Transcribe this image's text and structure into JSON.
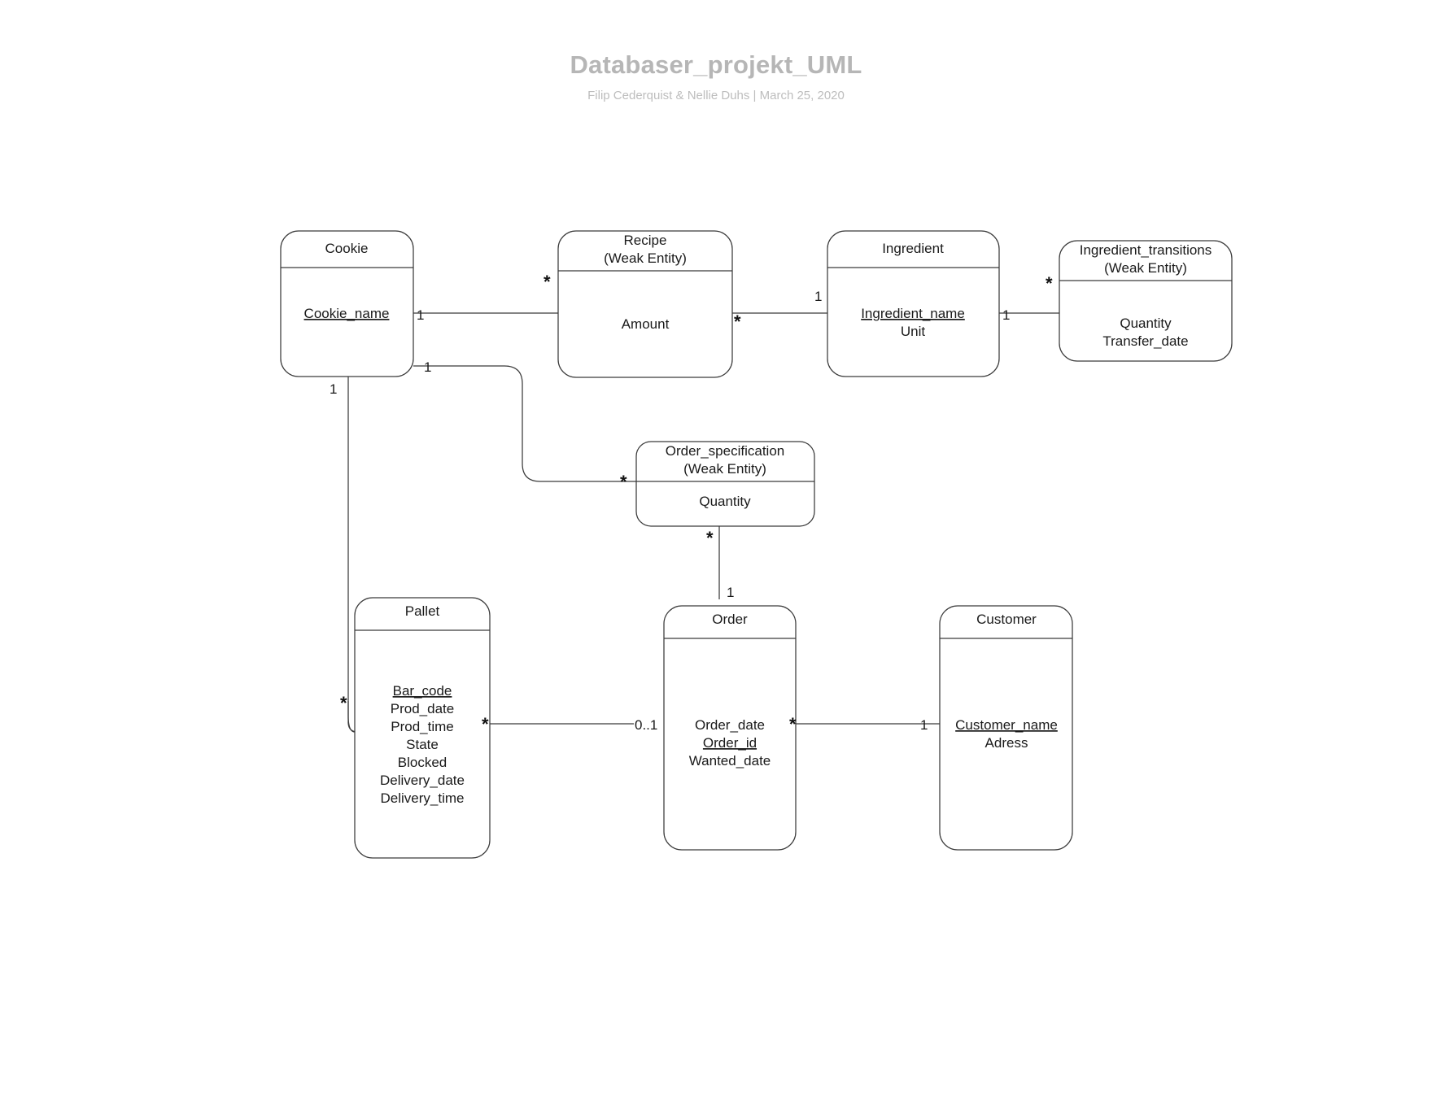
{
  "document": {
    "title": "Databaser_projekt_UML",
    "subtitle": "Filip Cederquist  & Nellie Duhs |  March 25, 2020",
    "title_color": "#b6b6b6",
    "subtitle_color": "#bdbdbd",
    "background_color": "#ffffff",
    "line_color": "#3a3a3a",
    "text_color": "#1a1a1a"
  },
  "diagram": {
    "type": "uml-class-diagram",
    "entities": [
      {
        "id": "cookie",
        "name": "Cookie",
        "stereotype": "",
        "attributes": [
          {
            "text": "Cookie_name",
            "key": true
          }
        ]
      },
      {
        "id": "recipe",
        "name": "Recipe",
        "stereotype": "(Weak Entity)",
        "attributes": [
          {
            "text": "Amount",
            "key": false
          }
        ]
      },
      {
        "id": "ingredient",
        "name": "Ingredient",
        "stereotype": "",
        "attributes": [
          {
            "text": "Ingredient_name",
            "key": true
          },
          {
            "text": "Unit",
            "key": false
          }
        ]
      },
      {
        "id": "ingredient_transitions",
        "name": "Ingredient_transitions",
        "stereotype": "(Weak Entity)",
        "attributes": [
          {
            "text": "Quantity",
            "key": false
          },
          {
            "text": "Transfer_date",
            "key": false
          }
        ]
      },
      {
        "id": "order_specification",
        "name": "Order_specification",
        "stereotype": "(Weak Entity)",
        "attributes": [
          {
            "text": "Quantity",
            "key": false
          }
        ]
      },
      {
        "id": "pallet",
        "name": "Pallet",
        "stereotype": "",
        "attributes": [
          {
            "text": "Bar_code",
            "key": true
          },
          {
            "text": "Prod_date",
            "key": false
          },
          {
            "text": "Prod_time",
            "key": false
          },
          {
            "text": "State",
            "key": false
          },
          {
            "text": "Blocked",
            "key": false
          },
          {
            "text": "Delivery_date",
            "key": false
          },
          {
            "text": "Delivery_time",
            "key": false
          }
        ]
      },
      {
        "id": "order",
        "name": "Order",
        "stereotype": "",
        "attributes": [
          {
            "text": "Order_date",
            "key": false
          },
          {
            "text": "Order_id",
            "key": true
          },
          {
            "text": "Wanted_date",
            "key": false
          }
        ]
      },
      {
        "id": "customer",
        "name": "Customer",
        "stereotype": "",
        "attributes": [
          {
            "text": "Customer_name",
            "key": true
          },
          {
            "text": "Adress",
            "key": false
          }
        ]
      }
    ],
    "relationships": [
      {
        "id": "cookie-recipe",
        "from": "cookie",
        "to": "recipe",
        "from_multiplicity": "1",
        "to_multiplicity": "*"
      },
      {
        "id": "recipe-ingredient",
        "from": "recipe",
        "to": "ingredient",
        "from_multiplicity": "*",
        "to_multiplicity": "1"
      },
      {
        "id": "ingredient-transitions",
        "from": "ingredient",
        "to": "ingredient_transitions",
        "from_multiplicity": "1",
        "to_multiplicity": "*"
      },
      {
        "id": "cookie-orderspec",
        "from": "cookie",
        "to": "order_specification",
        "from_multiplicity": "1",
        "to_multiplicity": "*"
      },
      {
        "id": "cookie-pallet",
        "from": "cookie",
        "to": "pallet",
        "from_multiplicity": "1",
        "to_multiplicity": "*"
      },
      {
        "id": "orderspec-order",
        "from": "order_specification",
        "to": "order",
        "from_multiplicity": "*",
        "to_multiplicity": "1"
      },
      {
        "id": "pallet-order",
        "from": "pallet",
        "to": "order",
        "from_multiplicity": "*",
        "to_multiplicity": "0..1"
      },
      {
        "id": "order-customer",
        "from": "order",
        "to": "customer",
        "from_multiplicity": "*",
        "to_multiplicity": "1"
      }
    ],
    "multiplicity_labels": {
      "cookie_to_recipe": "1",
      "recipe_from_cookie": "*",
      "recipe_to_ingredient": "*",
      "ingredient_from_recipe": "1",
      "ingredient_to_transitions": "1",
      "transitions_from_ingredient": "*",
      "cookie_to_orderspec": "1",
      "orderspec_from_cookie": "*",
      "cookie_to_pallet": "1",
      "pallet_from_cookie": "*",
      "orderspec_to_order": "*",
      "order_from_orderspec": "1",
      "pallet_to_order": "*",
      "order_from_pallet": "0..1",
      "order_to_customer": "*",
      "customer_from_order": "1"
    }
  }
}
